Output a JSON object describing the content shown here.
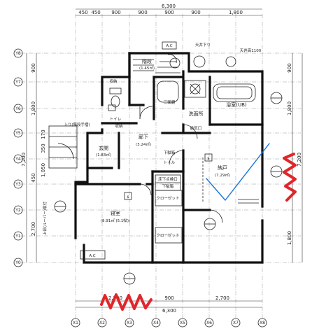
{
  "dimensions": {
    "top_total": "6,300",
    "top_segments": [
      "450",
      "450",
      "900",
      "900",
      "900",
      "900",
      "1,800"
    ],
    "bottom_segments": [
      "2,700",
      "900",
      "2,700"
    ],
    "bottom_total": "6,300",
    "left_segments": [
      "900",
      "1,800",
      "450",
      "350",
      "1,050",
      "170",
      "2,700"
    ],
    "left_total": "7,200",
    "right_segments": [
      "900",
      "1,800",
      "1,800"
    ],
    "right_total": "7,200"
  },
  "row_axes": [
    "Y8",
    "Y7",
    "Y6",
    "Y5",
    "Y4",
    "Y3",
    "Y2",
    "Y1",
    "Y0"
  ],
  "col_axes": [
    "X1",
    "X2",
    "X3",
    "X4",
    "X5",
    "X6",
    "X7",
    "X8"
  ],
  "rooms": {
    "stairs": "階段",
    "stairs_area": "(1.45㎡)",
    "toilet": "トイレ",
    "toilet_storage": "収納",
    "washroom": "洗面所",
    "bath": "浴室(UB)",
    "hall": "廊下",
    "hall_area": "(3.24㎡)",
    "entrance": "玄関",
    "entrance_area": "(1.83㎡)",
    "storeroom": "納戸",
    "storeroom_area": "(7.29㎡)",
    "bedroom": "寝室",
    "bedroom_area": "(8.91㎡ (5.1帖))",
    "closet1": "クローゼット",
    "closet2": "クローゼット",
    "shoe_storage": "下駄箱",
    "under_floor": "床下点検口",
    "shoe_storage2": "下駄箱",
    "utility": "トール",
    "ac": "A.C",
    "ac2": "A.C",
    "ceiling_down": "天井下り",
    "ceiling_height": "天井高1100",
    "air": "給気口",
    "three_way": "三面鏡",
    "stair_note": "上り(階段手摺)",
    "window_note": "上部(ルーバー)取付",
    "cabinet": "収納"
  }
}
